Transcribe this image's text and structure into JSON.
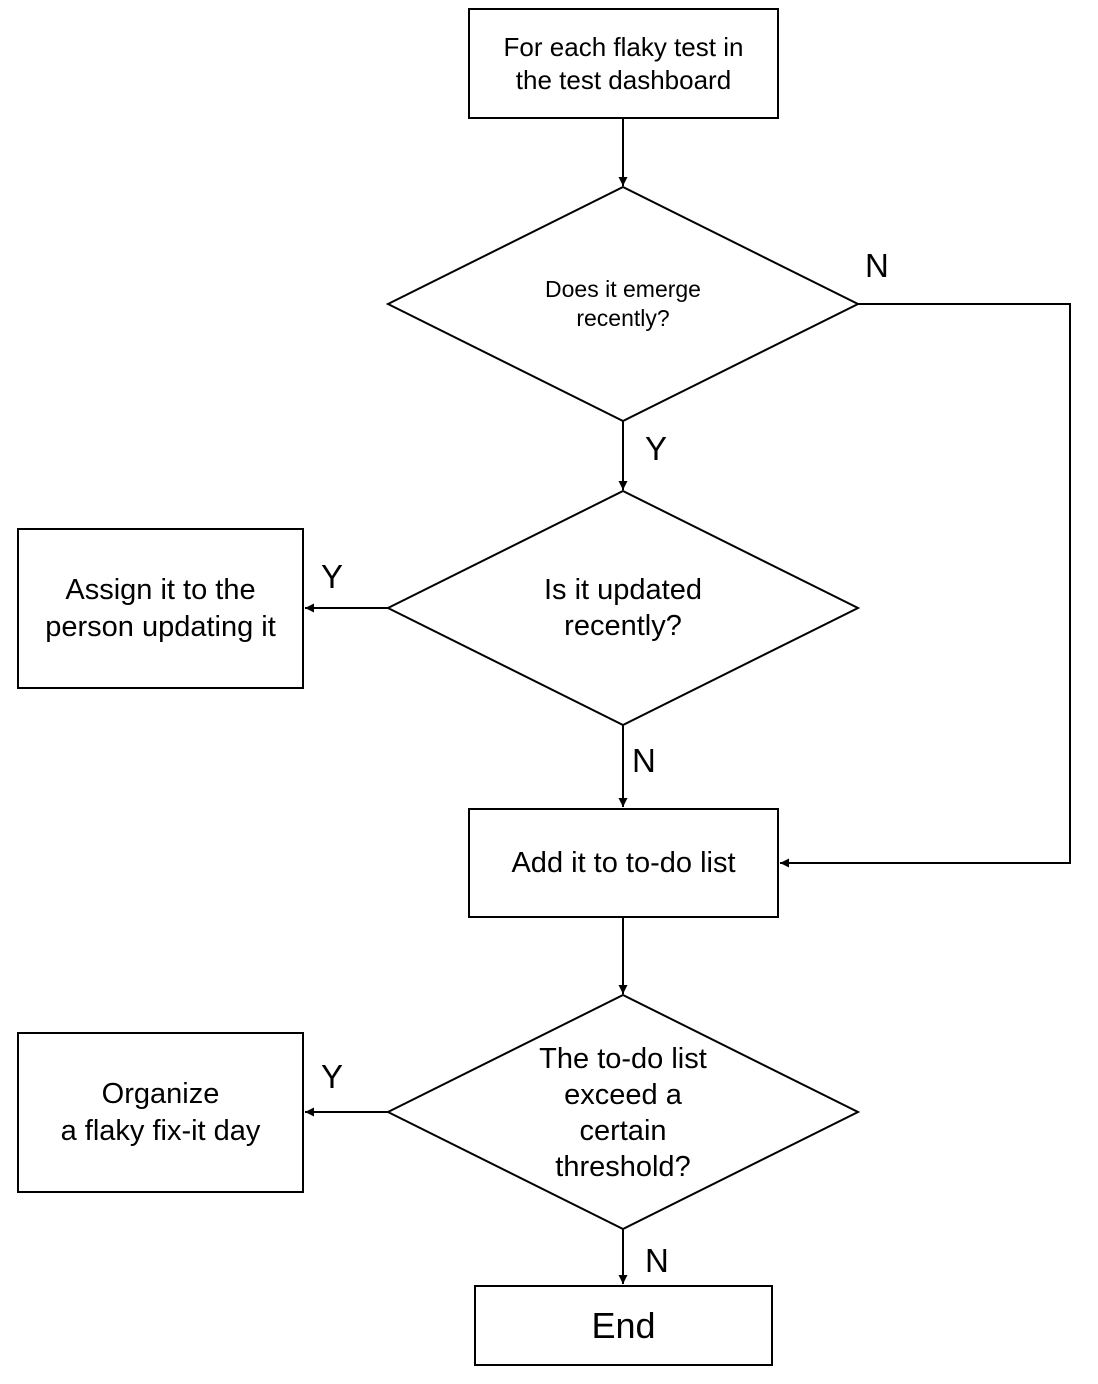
{
  "nodes": {
    "start": "For each flaky test in\nthe test dashboard",
    "emerge_decision": "Does it emerge\nrecently?",
    "updated_decision": "Is it updated\nrecently?",
    "assign": "Assign it to the\nperson updating it",
    "todo": "Add it to to-do list",
    "threshold_decision": "The to-do list\nexceed a\ncertain\nthreshold?",
    "organize": "Organize\na flaky fix-it day",
    "end": "End"
  },
  "edge_labels": {
    "emerge_no": "N",
    "emerge_yes": "Y",
    "updated_yes": "Y",
    "updated_no": "N",
    "threshold_yes": "Y",
    "threshold_no": "N"
  },
  "colors": {
    "stroke": "#000000",
    "fill": "#ffffff",
    "text": "#000000"
  }
}
